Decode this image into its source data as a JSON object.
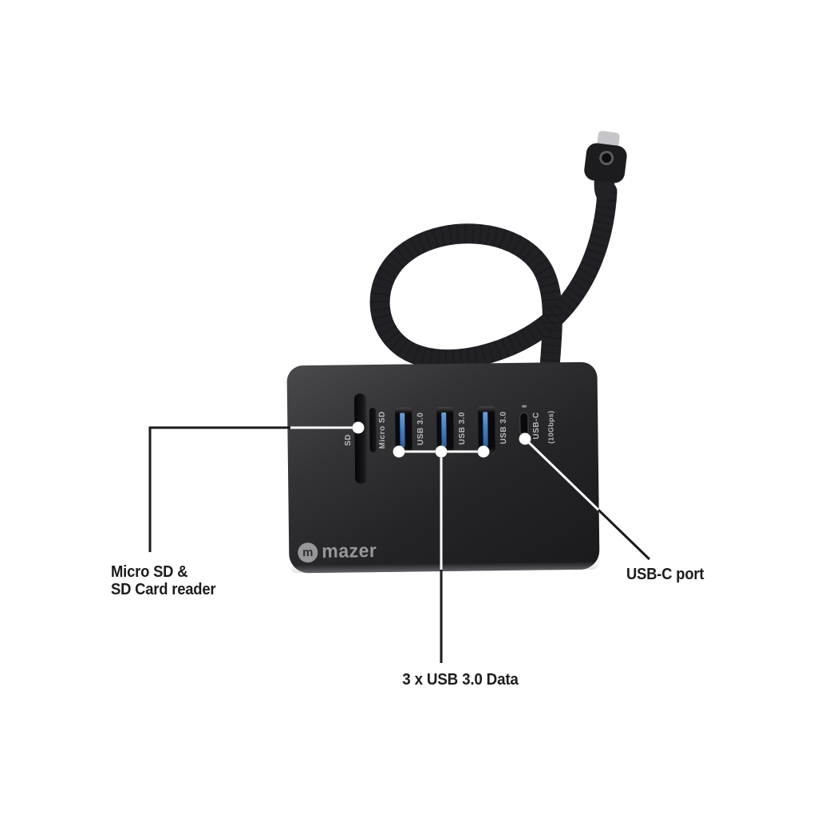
{
  "scene": {
    "description": "Mazer USB-C hub annotated product image",
    "background_color": "#ffffff"
  },
  "device": {
    "brand": "mazer",
    "logo_text": "mazer",
    "logo_monogram": "m",
    "ports": [
      {
        "id": "sd-card-slot",
        "label": "SD"
      },
      {
        "id": "micro-sd-slot",
        "label": "Micro SD"
      },
      {
        "id": "usb-a-port-1",
        "label": "USB 3.0"
      },
      {
        "id": "usb-a-port-2",
        "label": "USB 3.0"
      },
      {
        "id": "usb-a-port-3",
        "label": "USB 3.0"
      },
      {
        "id": "usb-c-port",
        "label": "USB-C",
        "sub_label": "(10Gbps)"
      }
    ]
  },
  "callouts": {
    "card_reader": {
      "line1": "Micro SD &",
      "line2": "SD Card reader"
    },
    "usb_data": {
      "label": "3 x USB 3.0 Data"
    },
    "usb_c": {
      "label": "USB-C port"
    }
  },
  "colors": {
    "usb_port_blue": "#4580c6",
    "hub_body_dark": "#1e1e21",
    "hub_body_light": "#4a4a4e",
    "port_label_grey": "#b9babd",
    "logo_grey": "#97979b",
    "callout_text": "#1c1c1e",
    "callout_line_black": "#1b1b1d",
    "callout_line_white": "#ffffff",
    "cable_black": "#212125"
  }
}
